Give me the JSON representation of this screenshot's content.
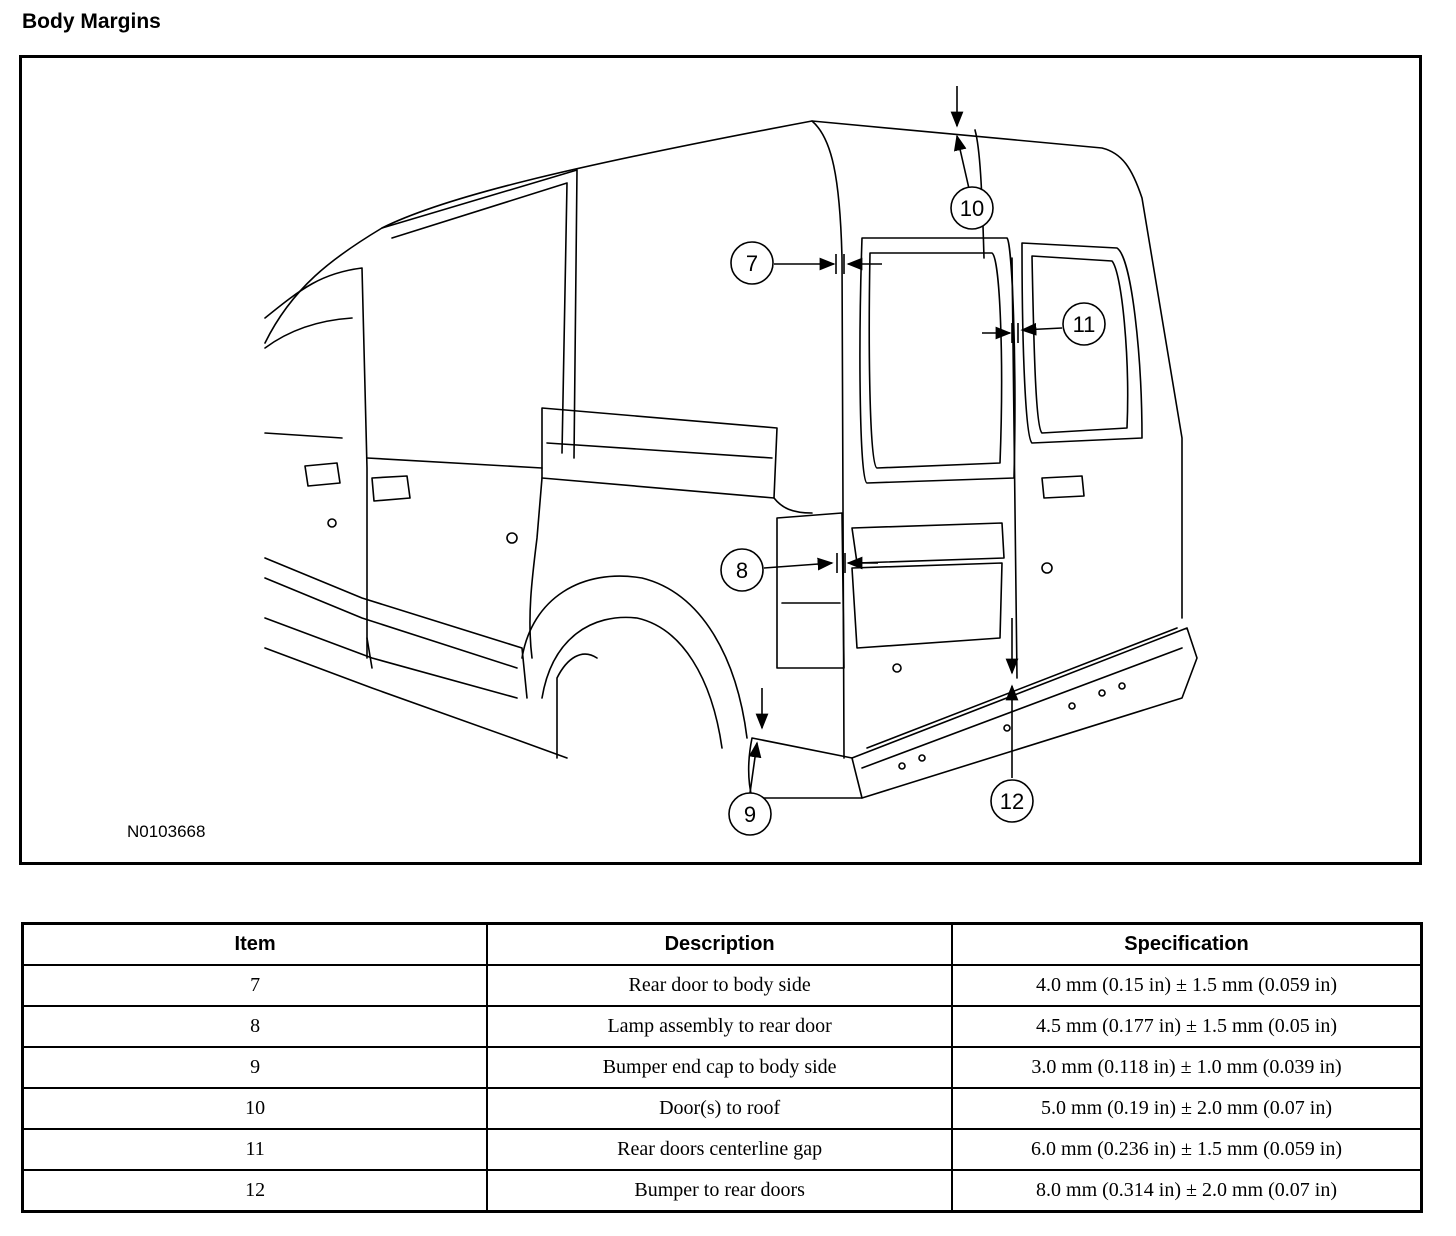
{
  "page": {
    "title": "Body Margins"
  },
  "figure": {
    "id_label": "N0103668",
    "callouts": [
      "7",
      "8",
      "9",
      "10",
      "11",
      "12"
    ]
  },
  "table": {
    "headers": [
      "Item",
      "Description",
      "Specification"
    ],
    "rows": [
      [
        "7",
        "Rear door to body side",
        "4.0 mm (0.15 in) ± 1.5 mm (0.059 in)"
      ],
      [
        "8",
        "Lamp assembly to rear door",
        "4.5 mm (0.177 in) ± 1.5 mm (0.05 in)"
      ],
      [
        "9",
        "Bumper end cap to body side",
        "3.0 mm (0.118 in) ± 1.0 mm (0.039 in)"
      ],
      [
        "10",
        "Door(s) to roof",
        "5.0 mm (0.19 in) ± 2.0 mm (0.07 in)"
      ],
      [
        "11",
        "Rear doors centerline gap",
        "6.0 mm (0.236 in) ± 1.5 mm (0.059 in)"
      ],
      [
        "12",
        "Bumper to rear doors",
        "8.0 mm (0.314 in) ± 2.0 mm (0.07 in)"
      ]
    ]
  }
}
